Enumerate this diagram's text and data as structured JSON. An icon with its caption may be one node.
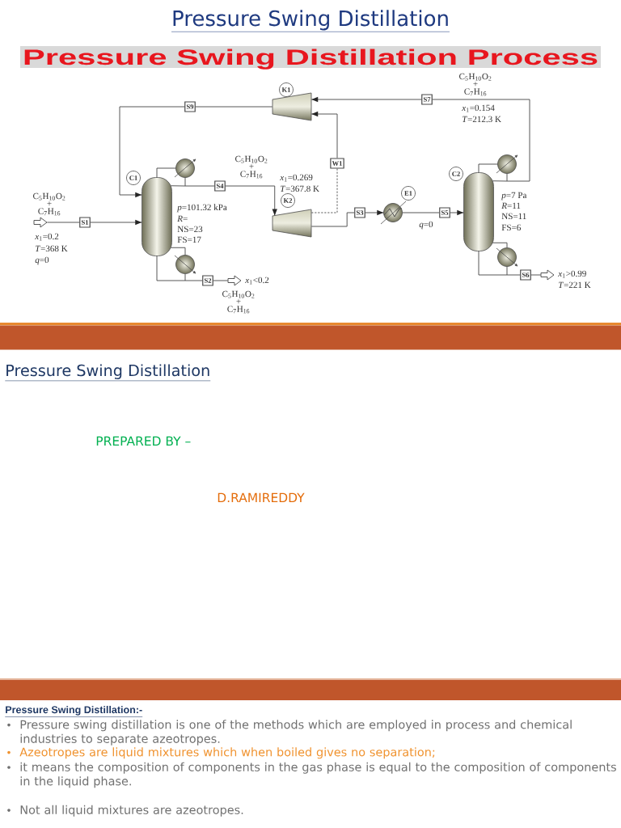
{
  "diagram": {
    "title": "Pressure Swing Distillation",
    "nodes": [
      {
        "text": [],
        "shape": "arrow",
        "beside": [
          "C$_{5}$H$_{10}$O$_{2}$ + C$_{7}$H$_{16}$",
          "*x*$_{1}$=0.2",
          "*T*=368 K",
          "*q*=0"
        ]
      },
      {
        "text": [
          "S1"
        ]
      },
      {
        "text": [
          "C1"
        ]
      },
      {
        "text": [],
        "shape": "cylinder",
        "beside": [
          "*p*=101.32 kPa",
          "*R*=",
          "NS=23",
          "FS=17"
        ]
      },
      {
        "text": [],
        "shape": "circle"
      },
      {
        "text": [],
        "shape": "circle"
      },
      {
        "text": [
          "S4"
        ],
        "beside": [
          "C$_{5}$H$_{10}$O$_{2}$ + C$_{7}$H$_{16}$",
          "*x*$_{1}$=0.269",
          "*T*=367.8 K"
        ]
      },
      {
        "text": [
          "S9"
        ]
      },
      {
        "text": [
          "K1"
        ]
      },
      {
        "text": [],
        "shape": "trapezoid"
      },
      {
        "text": [
          "K2"
        ]
      },
      {
        "text": [],
        "shape": "trapezoid"
      },
      {
        "text": [
          "W1"
        ]
      },
      {
        "text": [
          "S3"
        ]
      },
      {
        "text": [
          "E1"
        ]
      },
      {
        "text": [],
        "shape": "circle"
      },
      {
        "text": [
          "S5"
        ],
        "beside": [
          "*q*=0"
        ]
      },
      {
        "text": [
          "S7"
        ],
        "beside": [
          "C$_{5}$H$_{10}$O$_{2}$ + C$_{7}$H$_{16}$",
          "*x*$_{1}$=0.154",
          "*T*=212.3 K"
        ]
      },
      {
        "text": [
          "C2"
        ]
      },
      {
        "text": [],
        "shape": "cylinder",
        "beside": [
          "*p*=7 Pa",
          "*R*=11",
          "NS=11",
          "FS=6"
        ]
      },
      {
        "text": [],
        "shape": "circle"
      },
      {
        "text": [],
        "shape": "circle"
      },
      {
        "text": [
          "S2"
        ]
      },
      {
        "text": [],
        "shape": "arrow",
        "beside": [
          "*x*$_{1}$<0.2",
          "C$_{5}$H$_{10}$O$_{2}$ + C$_{7}$H$_{16}$"
        ]
      },
      {
        "text": [
          "S6"
        ]
      },
      {
        "text": [],
        "shape": "arrow",
        "beside": [
          "*x*$_{1}$>0.99",
          "*T*=221 K"
        ]
      }
    ],
    "edges": [
      {
        "from": 0,
        "to": 1,
        "arrow": "none"
      },
      {
        "from": 1,
        "to": 3,
        "arrow": "to"
      },
      {
        "from": 3,
        "to": 4,
        "arrow": "none"
      },
      {
        "from": 3,
        "to": 6,
        "arrow": "none"
      },
      {
        "from": 4,
        "to": 6,
        "arrow": "none"
      },
      {
        "from": 6,
        "to": 11,
        "arrow": "to"
      },
      {
        "from": 11,
        "to": 13,
        "arrow": "none"
      },
      {
        "from": 11,
        "to": 12,
        "arrow": "none",
        "style": "dashed"
      },
      {
        "from": 12,
        "to": 9,
        "arrow": "to"
      },
      {
        "from": 13,
        "to": 15,
        "arrow": "to"
      },
      {
        "from": 15,
        "to": 16,
        "arrow": "none"
      },
      {
        "from": 16,
        "to": 19,
        "arrow": "to"
      },
      {
        "from": 19,
        "to": 20,
        "arrow": "none"
      },
      {
        "from": 19,
        "to": 17,
        "arrow": "none"
      },
      {
        "from": 20,
        "to": 17,
        "arrow": "none"
      },
      {
        "from": 17,
        "to": 9,
        "arrow": "to"
      },
      {
        "from": 9,
        "to": 7,
        "arrow": "none"
      },
      {
        "from": 7,
        "to": 3,
        "arrow": "to"
      },
      {
        "from": 3,
        "to": 5,
        "arrow": "none"
      },
      {
        "from": 3,
        "to": 22,
        "arrow": "none"
      },
      {
        "from": 5,
        "to": 22,
        "arrow": "none"
      },
      {
        "from": 22,
        "to": 23,
        "arrow": "none"
      },
      {
        "from": 19,
        "to": 21,
        "arrow": "none"
      },
      {
        "from": 19,
        "to": 24,
        "arrow": "none"
      },
      {
        "from": 21,
        "to": 24,
        "arrow": "none"
      },
      {
        "from": 24,
        "to": 25,
        "arrow": "none"
      }
    ],
    "labels": [
      "Pressure Swing Distillation Process",
      "Pressure Swing Distillation",
      "PREPARED BY –",
      "D.RAMIREDDY",
      "Pressure Swing Distillation:-",
      "Pressure swing distillation is one of the methods which are employed in process and chemical industries to separate azeotropes.",
      "Azeotropes are liquid mixtures which when boiled gives no separation;",
      "it means the composition of components in the gas phase is equal to the composition of components in the liquid phase.",
      "Not all liquid mixtures are azeotropes."
    ]
  }
}
